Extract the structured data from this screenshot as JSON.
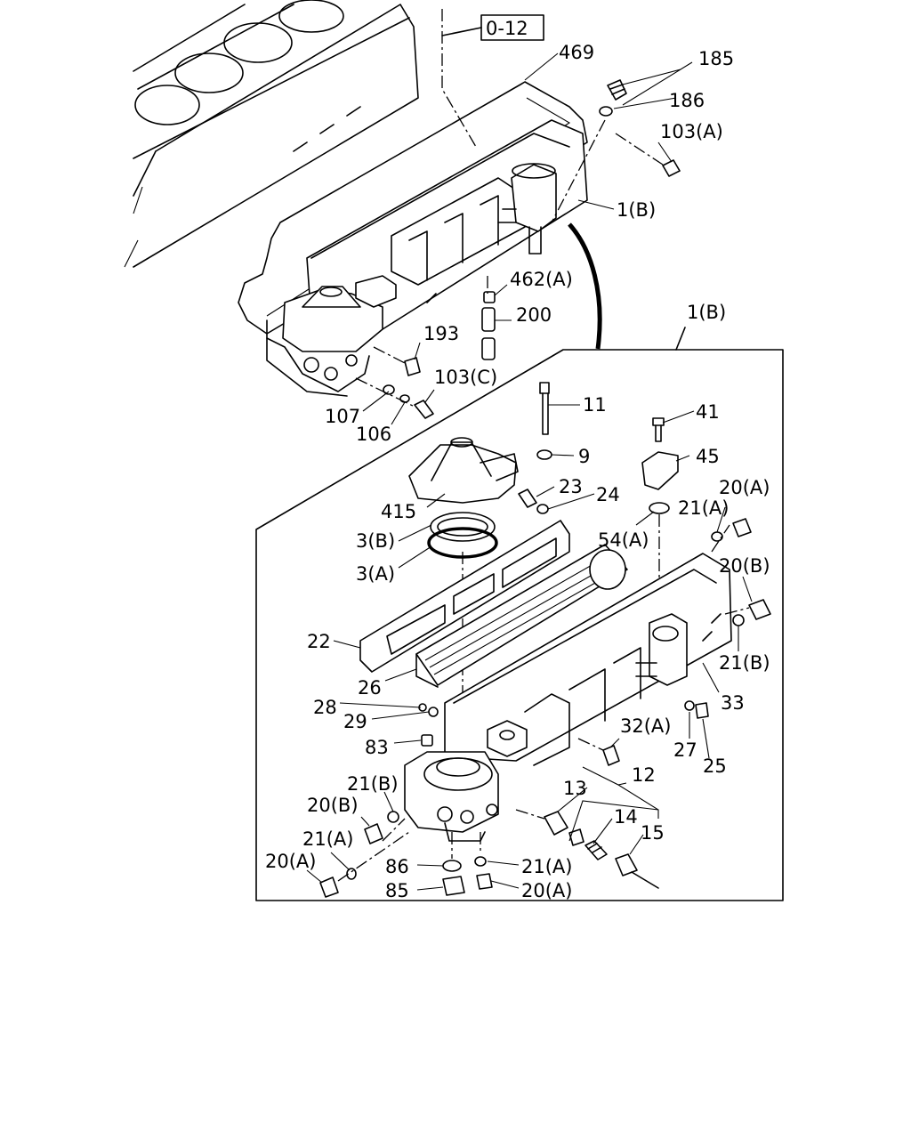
{
  "reference_box": "0-12",
  "callouts": [
    {
      "id": "469",
      "text": "469"
    },
    {
      "id": "185",
      "text": "185"
    },
    {
      "id": "186",
      "text": "186"
    },
    {
      "id": "103a-top",
      "text": "103(A)"
    },
    {
      "id": "1b-top",
      "text": "1(B)"
    },
    {
      "id": "462a",
      "text": "462(A)"
    },
    {
      "id": "200",
      "text": "200"
    },
    {
      "id": "193",
      "text": "193"
    },
    {
      "id": "103c",
      "text": "103(C)"
    },
    {
      "id": "107",
      "text": "107"
    },
    {
      "id": "106",
      "text": "106"
    },
    {
      "id": "1b-frame",
      "text": "1(B)"
    },
    {
      "id": "11",
      "text": "11"
    },
    {
      "id": "9",
      "text": "9"
    },
    {
      "id": "41",
      "text": "41"
    },
    {
      "id": "45",
      "text": "45"
    },
    {
      "id": "415",
      "text": "415"
    },
    {
      "id": "23",
      "text": "23"
    },
    {
      "id": "24",
      "text": "24"
    },
    {
      "id": "20a-r1",
      "text": "20(A)"
    },
    {
      "id": "21a-r1",
      "text": "21(A)"
    },
    {
      "id": "3b",
      "text": "3(B)"
    },
    {
      "id": "54a",
      "text": "54(A)"
    },
    {
      "id": "3a",
      "text": "3(A)"
    },
    {
      "id": "20b-r",
      "text": "20(B)"
    },
    {
      "id": "22",
      "text": "22"
    },
    {
      "id": "21b-r",
      "text": "21(B)"
    },
    {
      "id": "26",
      "text": "26"
    },
    {
      "id": "33",
      "text": "33"
    },
    {
      "id": "28",
      "text": "28"
    },
    {
      "id": "29",
      "text": "29"
    },
    {
      "id": "32a",
      "text": "32(A)"
    },
    {
      "id": "83",
      "text": "83"
    },
    {
      "id": "27",
      "text": "27"
    },
    {
      "id": "25",
      "text": "25"
    },
    {
      "id": "12",
      "text": "12"
    },
    {
      "id": "21b-l",
      "text": "21(B)"
    },
    {
      "id": "13",
      "text": "13"
    },
    {
      "id": "20b-l",
      "text": "20(B)"
    },
    {
      "id": "14",
      "text": "14"
    },
    {
      "id": "15",
      "text": "15"
    },
    {
      "id": "21a-l",
      "text": "21(A)"
    },
    {
      "id": "20a-l",
      "text": "20(A)"
    },
    {
      "id": "86",
      "text": "86"
    },
    {
      "id": "21a-b",
      "text": "21(A)"
    },
    {
      "id": "85",
      "text": "85"
    },
    {
      "id": "20a-b",
      "text": "20(A)"
    }
  ]
}
